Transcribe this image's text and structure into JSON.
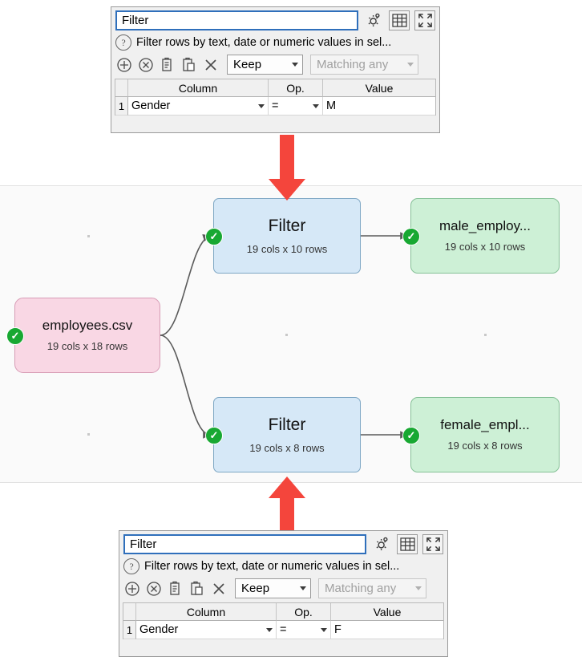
{
  "top_panel": {
    "name_value": "Filter",
    "description": "Filter rows by text, date or numeric values in sel...",
    "icons": {
      "settings": "gear-icon",
      "grid": "table-icon",
      "expand": "expand-icon",
      "help": "question-icon",
      "add": "add-circle-icon",
      "remove": "remove-circle-icon",
      "copy": "copy-icon",
      "paste": "paste-icon",
      "clear": "clear-x-icon"
    },
    "keep_select": "Keep",
    "match_select": "Matching any",
    "columns": [
      "Column",
      "Op.",
      "Value"
    ],
    "rows": [
      {
        "num": "1",
        "column": "Gender",
        "op": "=",
        "value": "M"
      }
    ]
  },
  "bottom_panel": {
    "name_value": "Filter",
    "description": "Filter rows by text, date or numeric values in sel...",
    "keep_select": "Keep",
    "match_select": "Matching any",
    "columns": [
      "Column",
      "Op.",
      "Value"
    ],
    "rows": [
      {
        "num": "1",
        "column": "Gender",
        "op": "=",
        "value": "F"
      }
    ]
  },
  "canvas": {
    "nodes": {
      "source": {
        "title": "employees.csv",
        "sub": "19 cols x 18 rows",
        "status": "ok"
      },
      "filter_top": {
        "title": "Filter",
        "sub": "19 cols x 10 rows",
        "status": "ok"
      },
      "filter_bottom": {
        "title": "Filter",
        "sub": "19 cols x 8 rows",
        "status": "ok"
      },
      "out_male": {
        "title": "male_employ...",
        "sub": "19 cols x 10 rows",
        "status": "ok"
      },
      "out_female": {
        "title": "female_empl...",
        "sub": "19 cols x 8 rows",
        "status": "ok"
      }
    },
    "status_glyph": "✓"
  },
  "colors": {
    "accent_blue": "#2f6fbb",
    "node_blue": "#d6e8f7",
    "node_green": "#cdf0d6",
    "node_pink": "#f9d7e4",
    "status_green": "#18a832",
    "arrow_red": "#f4453c"
  }
}
